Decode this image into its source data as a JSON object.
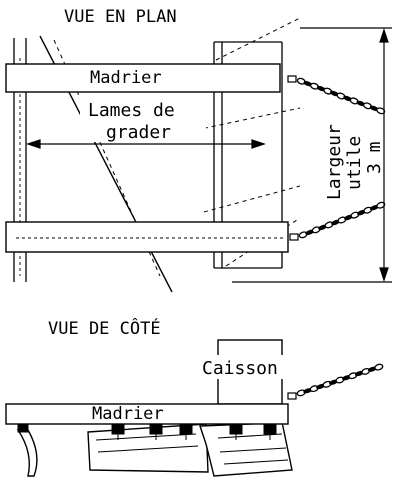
{
  "plan": {
    "title": "VUE EN PLAN",
    "beam_label": "Madrier",
    "blade_label_1": "Lames de",
    "blade_label_2": "grader",
    "width_label_1": "Largeur",
    "width_label_2": "utile",
    "width_label_3": "3 m"
  },
  "side": {
    "title": "VUE DE CÔTÉ",
    "box_label": "Caisson",
    "beam_label": "Madrier"
  },
  "colors": {
    "ink": "#000000",
    "paper": "#ffffff"
  }
}
